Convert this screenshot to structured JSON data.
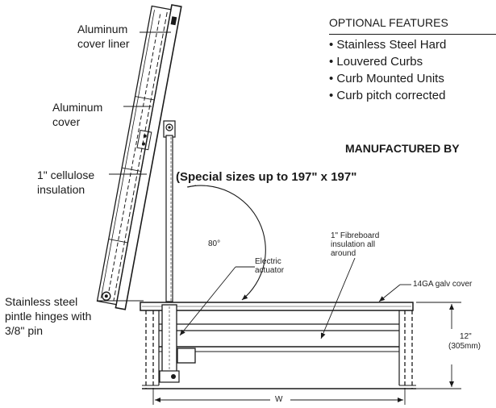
{
  "labels": {
    "cover_liner": "Aluminum cover liner",
    "cover": "Aluminum cover",
    "insulation": "1\" cellulose insulation",
    "hinges": "Stainless steel pintle hinges with 3/8\" pin",
    "angle": "80°",
    "actuator": "Electric actuator",
    "fibreboard": "1\" Fibreboard insulation all around",
    "galv_cover": "14GA galv cover",
    "height": "12\"",
    "height_mm": "(305mm)",
    "width": "W"
  },
  "optional_features": {
    "heading": "OPTIONAL FEATURES",
    "items": [
      "Stainless Steel Hard",
      "Louvered Curbs",
      "Curb Mounted Units",
      "Curb pitch corrected"
    ]
  },
  "manufactured_by": "MANUFACTURED BY",
  "special_sizes": "(Special sizes up to 197\" x 197\""
}
